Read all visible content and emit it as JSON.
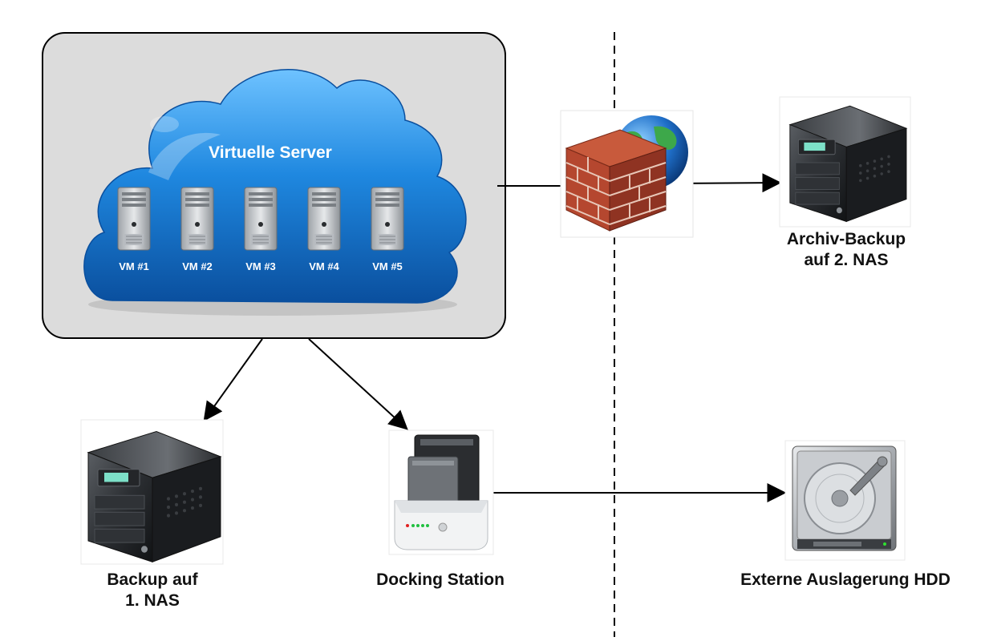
{
  "cloud": {
    "title": "Virtuelle Server",
    "vms": [
      "VM #1",
      "VM #2",
      "VM #3",
      "VM #4",
      "VM #5"
    ]
  },
  "nodes": {
    "nas1": {
      "line1": "Backup auf",
      "line2": "1. NAS"
    },
    "docking": {
      "label": "Docking Station"
    },
    "nas2": {
      "line1": "Archiv-Backup",
      "line2": "auf 2. NAS"
    },
    "hdd": {
      "label": "Externe Auslagerung HDD"
    }
  },
  "icons": {
    "cloud": "cloud-icon",
    "vm": "server-tower-icon",
    "firewall": "firewall-icon",
    "globe": "globe-icon",
    "nas": "nas-icon",
    "docking": "docking-station-icon",
    "hdd": "hard-drive-icon"
  },
  "colors": {
    "cloud_blue": "#1f7fd6",
    "panel_gray": "#dcdcdc",
    "brick": "#b5472f",
    "line": "#000000"
  }
}
